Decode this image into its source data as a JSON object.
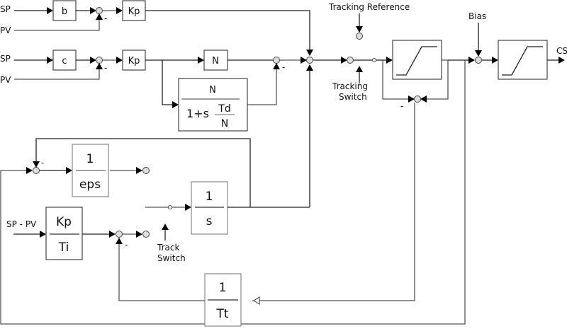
{
  "diagram": {
    "inputs": {
      "sp_1": "SP",
      "pv_1": "PV",
      "sp_2": "SP",
      "pv_2": "PV",
      "sp_minus_pv": "SP - PV"
    },
    "blocks": {
      "b": "b",
      "c": "c",
      "kp_1": "Kp",
      "kp_2": "Kp",
      "n_gain": "N",
      "deriv_filter": {
        "num": "N",
        "den_prefix": "1+s",
        "den_frac_num": "Td",
        "den_frac_den": "N"
      },
      "eps": {
        "num": "1",
        "den": "eps"
      },
      "integrator": {
        "num": "1",
        "den": "s"
      },
      "kp_ti": {
        "num": "Kp",
        "den": "Ti"
      },
      "tt": {
        "num": "1",
        "den": "Tt"
      }
    },
    "labels": {
      "tracking_reference": "Tracking Reference",
      "tracking_switch_line1": "Tracking",
      "tracking_switch_line2": "Switch",
      "track_switch_line1": "Track",
      "track_switch_line2": "Switch",
      "bias": "Bias",
      "output": "CS",
      "minus": "-"
    }
  }
}
